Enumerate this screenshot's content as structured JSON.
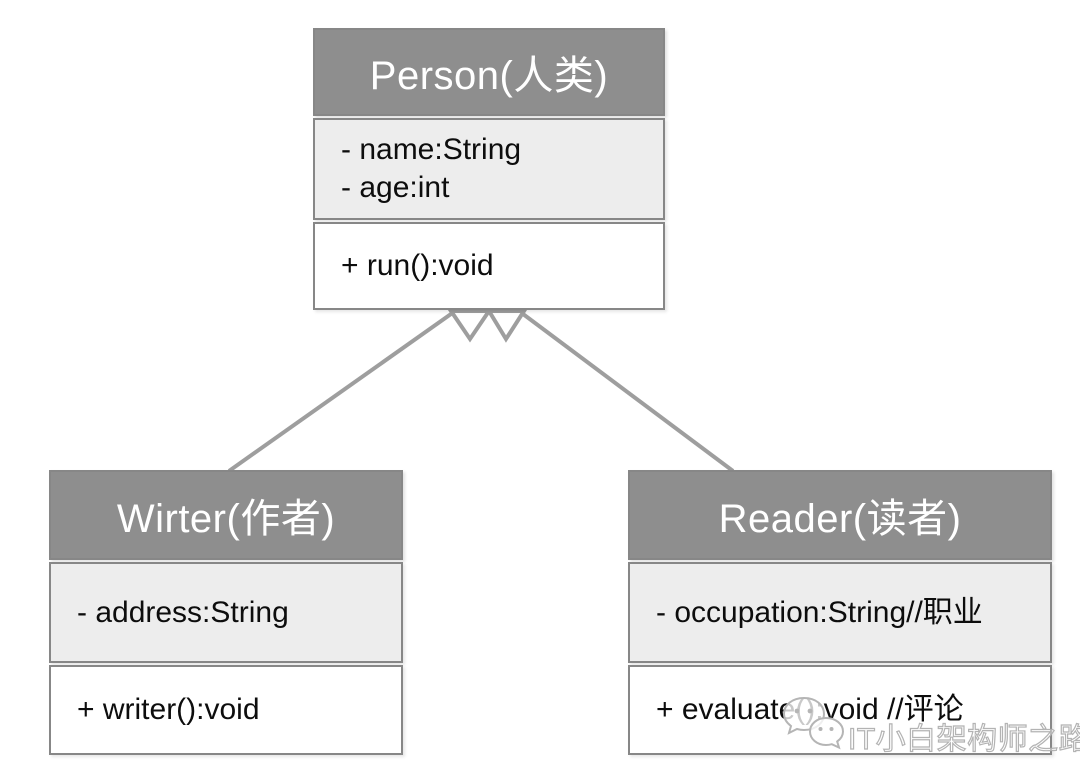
{
  "diagram": {
    "type": "uml-class-diagram",
    "classes": [
      {
        "id": "person",
        "title": "Person(人类)",
        "attributes": [
          "- name:String",
          "- age:int"
        ],
        "methods": [
          "+ run():void"
        ]
      },
      {
        "id": "writer",
        "title": "Wirter(作者)",
        "attributes": [
          "- address:String"
        ],
        "methods": [
          "+ writer():void"
        ]
      },
      {
        "id": "reader",
        "title": "Reader(读者)",
        "attributes": [
          "- occupation:String//职业"
        ],
        "methods": [
          "+ evaluate():void //评论"
        ]
      }
    ],
    "relations": [
      {
        "type": "generalization",
        "arrow": "hollow-triangle",
        "from": "Wirter(作者)",
        "to": "Person(人类)"
      },
      {
        "type": "generalization",
        "arrow": "hollow-triangle",
        "from": "Reader(读者)",
        "to": "Person(人类)"
      }
    ],
    "colors": {
      "header_fill": "#8e8e8e",
      "header_text": "#ffffff",
      "attribute_fill": "#ededed",
      "method_fill": "#ffffff",
      "section_border": "#878787",
      "member_text": "#0d0d0d",
      "connector_line": "#9e9e9e",
      "watermark_gray": "#b5b5b5",
      "background": "#ffffff"
    },
    "watermark": {
      "text": "IT小白架构师之路",
      "icon": "wechat-chat-bubbles-icon"
    }
  }
}
